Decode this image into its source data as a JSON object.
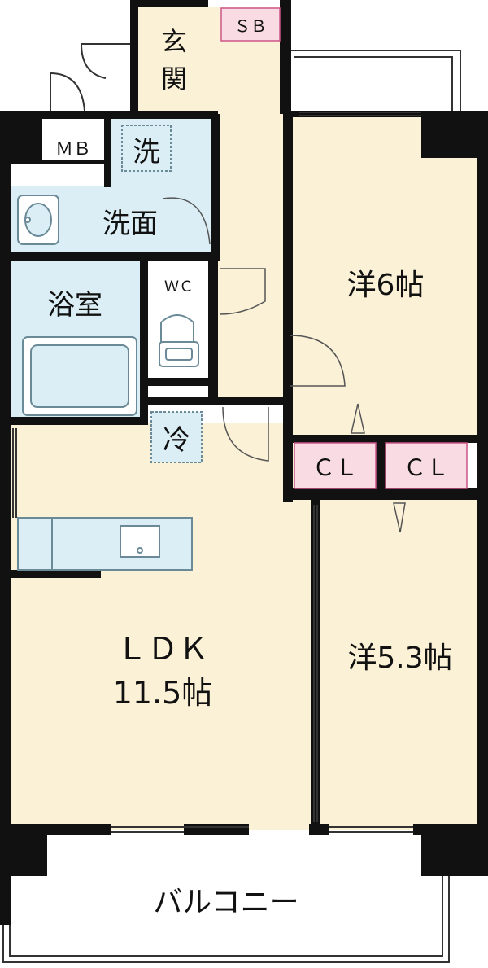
{
  "plan": {
    "colors": {
      "wall": "#111111",
      "room_beige": "#fbf1d6",
      "wet_blue": "#dbeef5",
      "closet_pink": "#f9dbe3",
      "fixture_outline": "#6a8a98",
      "balcony": "#ffffff"
    },
    "rooms": {
      "entrance": "玄\n関",
      "shoe_box": "ＳＢ",
      "meter_box": "ＭＢ",
      "washer": "洗",
      "washroom": "洗面",
      "bathroom": "浴室",
      "toilet": "ＷＣ",
      "fridge": "冷",
      "ldk_name": "ＬＤＫ",
      "ldk_size": "11.5帖",
      "room_west_a": "洋6帖",
      "room_west_b": "洋5.3帖",
      "closet_a": "ＣＬ",
      "closet_b": "ＣＬ",
      "balcony": "バルコニー"
    },
    "icons": [
      "door-swing-icon",
      "sink-icon",
      "toilet-icon",
      "bathtub-icon",
      "kitchen-counter-icon"
    ]
  }
}
